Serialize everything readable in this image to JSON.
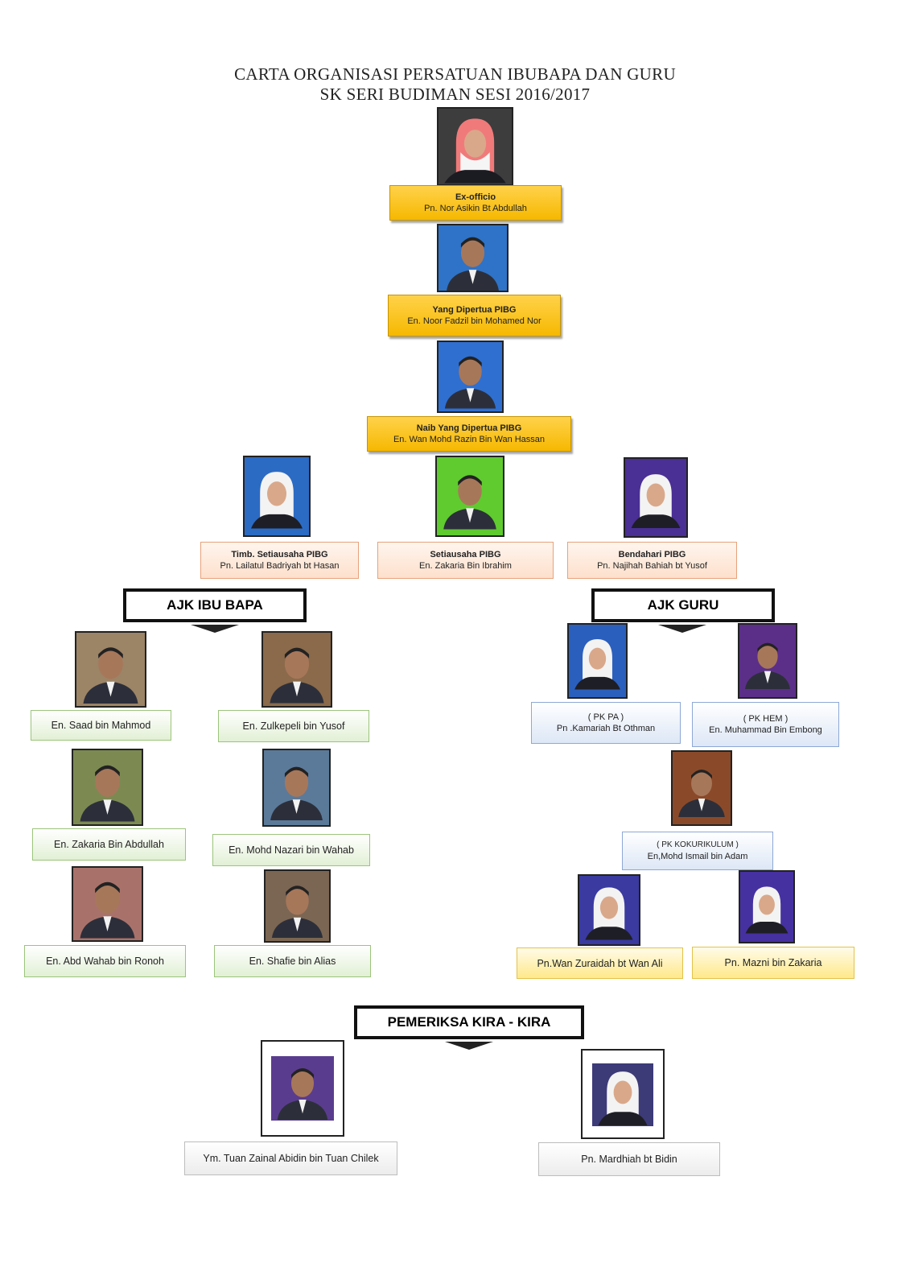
{
  "title": {
    "line1": "CARTA ORGANISASI PERSATUAN IBUBAPA DAN GURU",
    "line2": "SK SERI BUDIMAN SESI 2016/2017"
  },
  "top": [
    {
      "role": "Ex-officio",
      "name": "Pn. Nor Asikin Bt Abdullah"
    },
    {
      "role": "Yang Dipertua PIBG",
      "name": "En. Noor Fadzil bin Mohamed Nor"
    },
    {
      "role": "Naib Yang Dipertua PIBG",
      "name": "En. Wan Mohd Razin Bin Wan Hassan"
    }
  ],
  "officers": [
    {
      "role": "Timb. Setiausaha PIBG",
      "name": "Pn. Lailatul Badriyah bt Hasan"
    },
    {
      "role": "Setiausaha PIBG",
      "name": "En. Zakaria Bin Ibrahim"
    },
    {
      "role": "Bendahari PIBG",
      "name": "Pn. Najihah Bahiah bt Yusof"
    }
  ],
  "ajk_ibubapa": {
    "heading": "AJK IBU BAPA",
    "members": [
      "En. Saad bin Mahmod",
      "En. Zulkepeli bin Yusof",
      "En. Zakaria Bin Abdullah",
      "En. Mohd Nazari bin Wahab",
      "En. Abd  Wahab bin Ronoh",
      "En. Shafie bin Alias"
    ]
  },
  "ajk_guru": {
    "heading": "AJK GURU",
    "pk_pa": {
      "role": "( PK PA )",
      "name": "Pn .Kamariah Bt  Othman"
    },
    "pk_hem": {
      "role": "( PK HEM )",
      "name": "En. Muhammad Bin Embong"
    },
    "pk_koko": {
      "role": "( PK KOKURIKULUM )",
      "name": "En,Mohd Ismail bin Adam"
    },
    "members": [
      "Pn.Wan Zuraidah bt Wan Ali",
      "Pn. Mazni bin Zakaria"
    ]
  },
  "pemeriksa": {
    "heading": "PEMERIKSA KIRA - KIRA",
    "members": [
      "Ym. Tuan Zainal Abidin bin Tuan Chilek",
      "Pn. Mardhiah bt Bidin"
    ]
  },
  "colors": {
    "gold": "#f6b800",
    "peach": "#fde0cc",
    "green": "#e2f0d5",
    "blue": "#dde7f6",
    "yellow": "#ffe98a",
    "gray": "#ececec"
  }
}
